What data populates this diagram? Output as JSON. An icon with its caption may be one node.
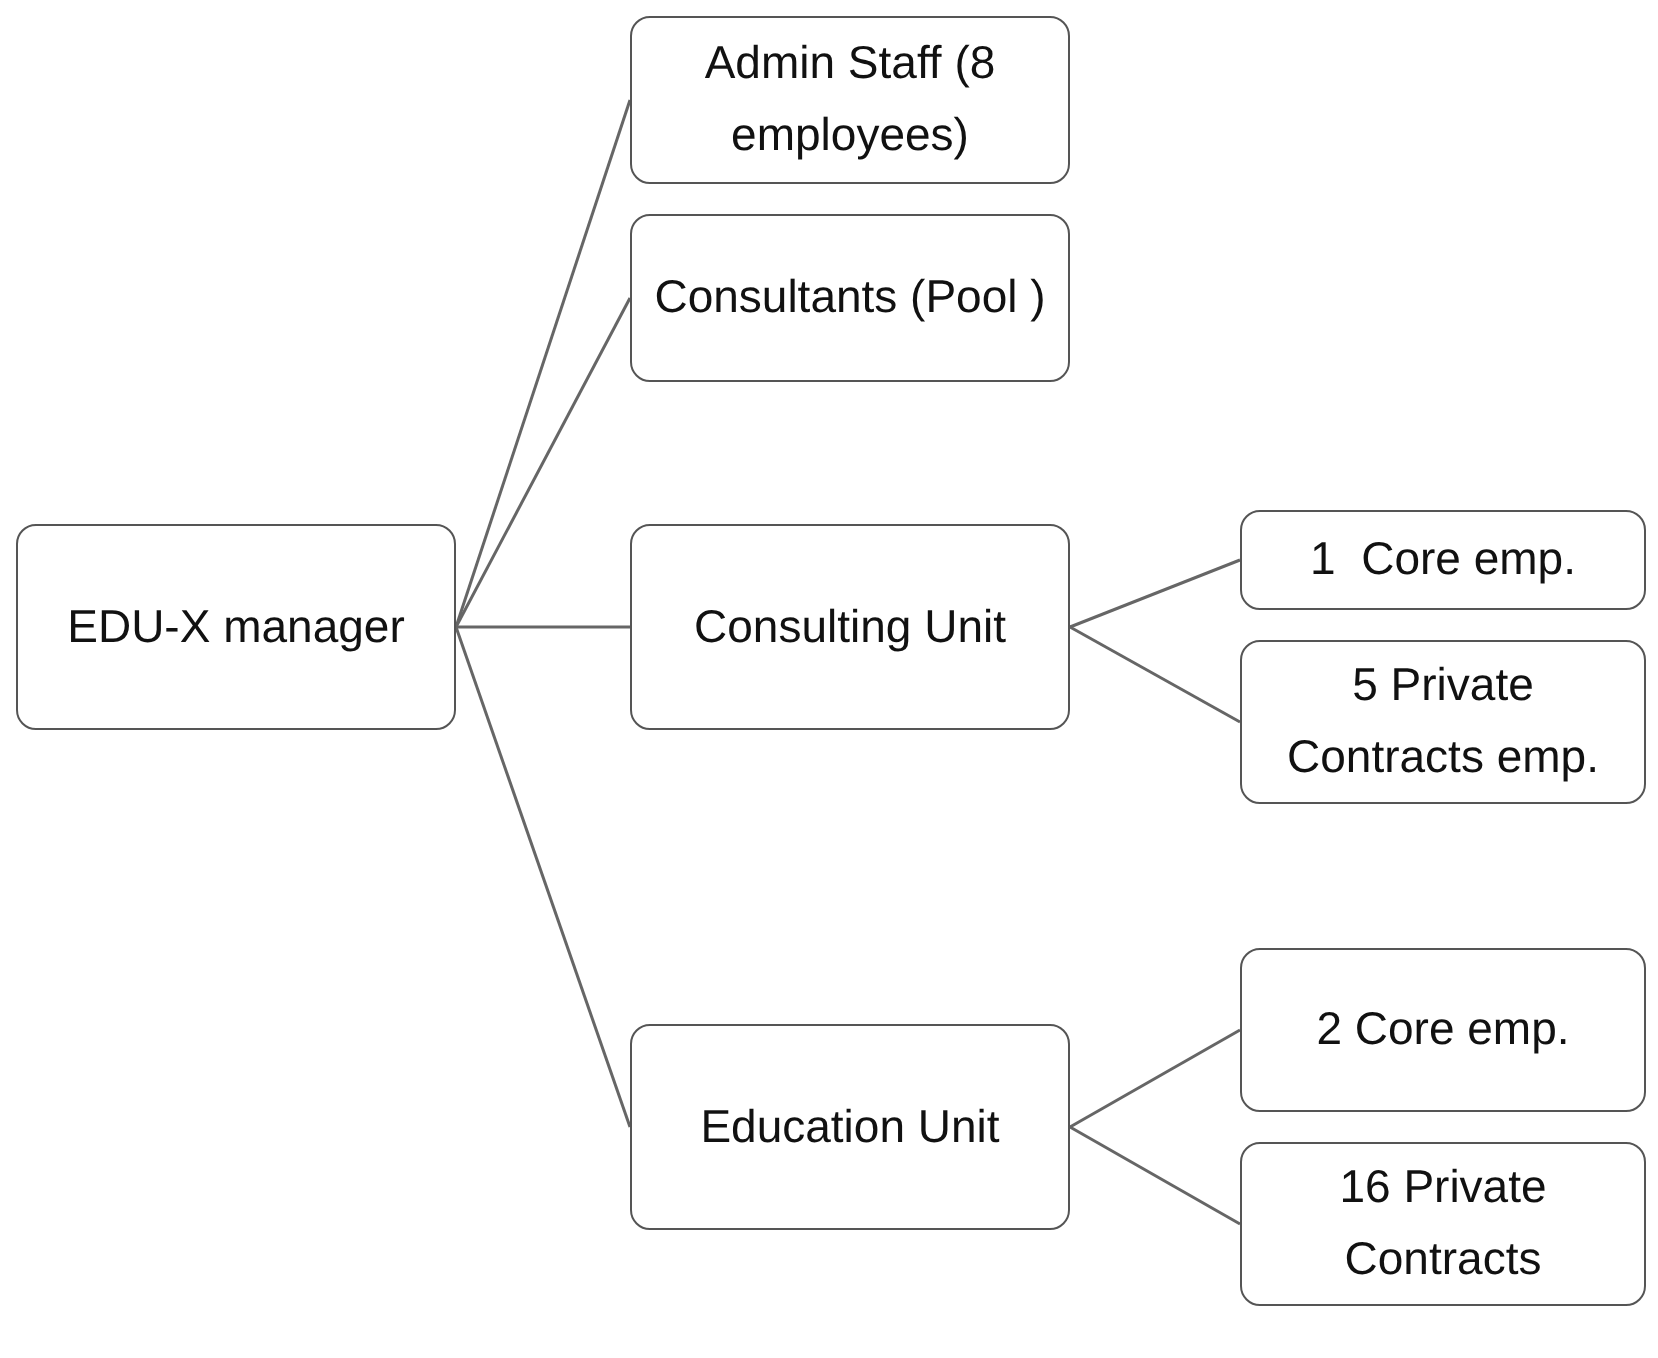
{
  "diagram": {
    "nodes": [
      {
        "text": [
          "EDU-X manager"
        ]
      },
      {
        "text": [
          "Admin Staff (8 employees)"
        ]
      },
      {
        "text": [
          "Consultants (Pool )"
        ]
      },
      {
        "text": [
          "Consulting Unit"
        ]
      },
      {
        "text": [
          "1  Core emp."
        ]
      },
      {
        "text": [
          "5 Private Contracts emp."
        ]
      },
      {
        "text": [
          "Education Unit"
        ]
      },
      {
        "text": [
          "2 Core emp."
        ]
      },
      {
        "text": [
          "16 Private Contracts"
        ]
      }
    ],
    "edges": [
      {
        "from": 0,
        "to": 1,
        "arrow": "none"
      },
      {
        "from": 0,
        "to": 2,
        "arrow": "none"
      },
      {
        "from": 0,
        "to": 3,
        "arrow": "none"
      },
      {
        "from": 0,
        "to": 6,
        "arrow": "none"
      },
      {
        "from": 3,
        "to": 4,
        "arrow": "none"
      },
      {
        "from": 3,
        "to": 5,
        "arrow": "none"
      },
      {
        "from": 6,
        "to": 7,
        "arrow": "none"
      },
      {
        "from": 6,
        "to": 8,
        "arrow": "none"
      }
    ]
  }
}
